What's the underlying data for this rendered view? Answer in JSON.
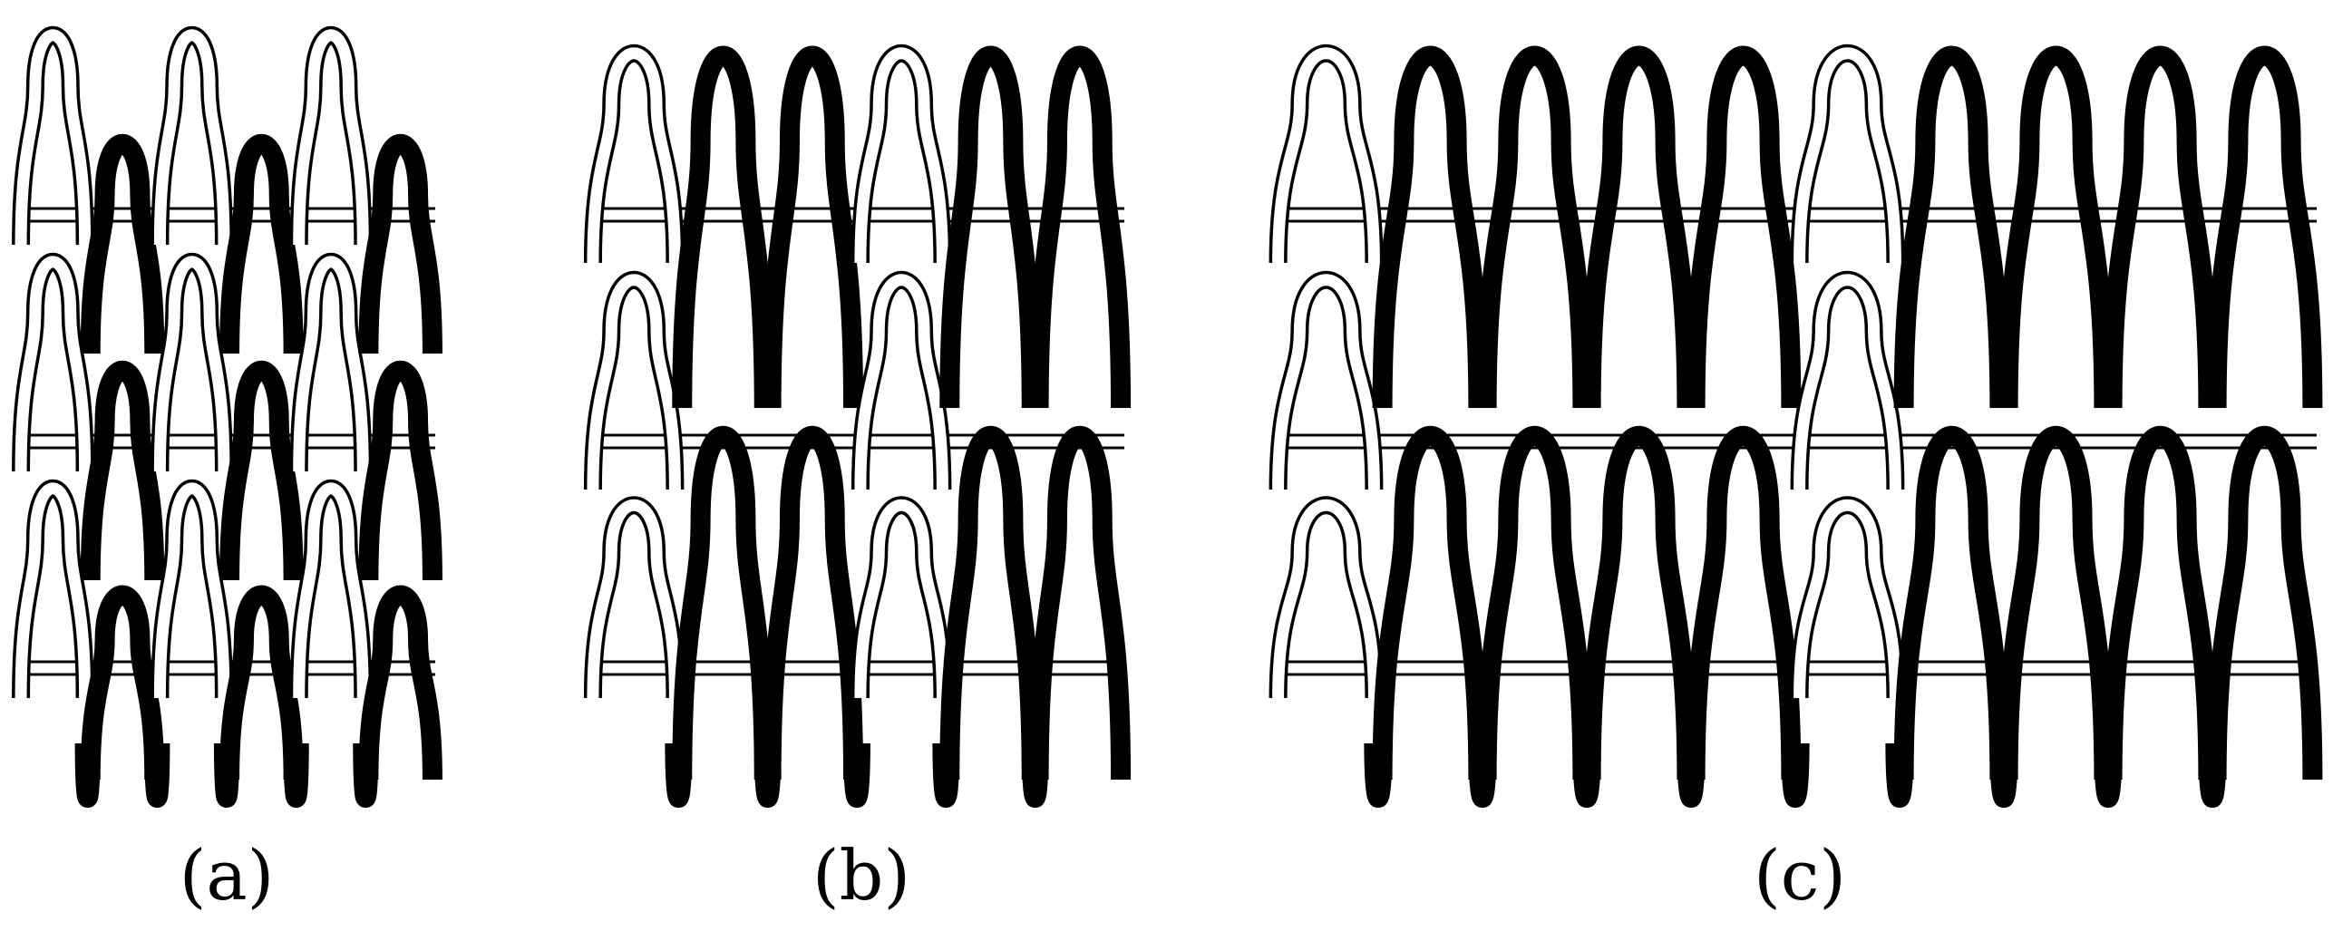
{
  "figure": {
    "panels": [
      {
        "id": "a",
        "caption": "(a)",
        "wales": [
          "white",
          "black",
          "white",
          "black",
          "white",
          "black"
        ]
      },
      {
        "id": "b",
        "caption": "(b)",
        "wales": [
          "white",
          "black",
          "black",
          "white",
          "black",
          "black"
        ]
      },
      {
        "id": "c",
        "caption": "(c)",
        "wales": [
          "white",
          "black",
          "black",
          "black",
          "black",
          "white",
          "black",
          "black",
          "black",
          "black"
        ]
      }
    ],
    "colors": {
      "dark_yarn": "#000000",
      "light_yarn_outline": "#000000",
      "light_yarn_fill": "#ffffff",
      "background": "#ffffff"
    }
  }
}
